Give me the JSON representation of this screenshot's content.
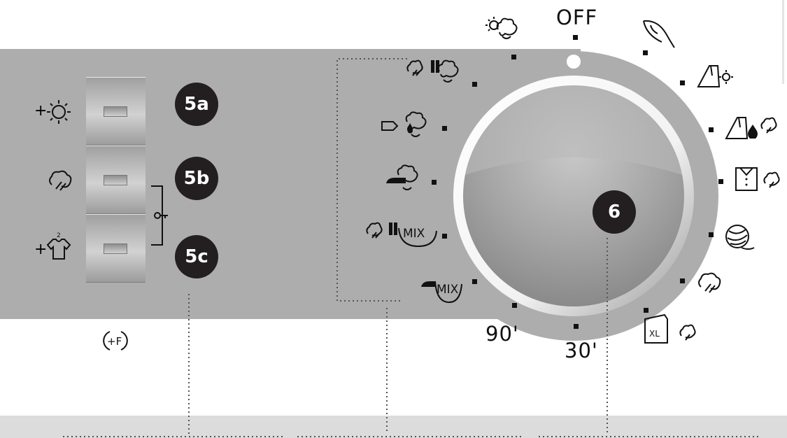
{
  "buttons": [
    {
      "badge": "5a",
      "option": "+",
      "icon": "sun-icon"
    },
    {
      "badge": "5b",
      "option": "",
      "icon": "steam-icon"
    },
    {
      "badge": "5c",
      "option": "+",
      "icon": "shirt-icon"
    }
  ],
  "lock_icon": "key-lock-icon",
  "fabric_softener_icon": "plus-f-icon",
  "dial": {
    "badge": "6",
    "labels": {
      "off": "OFF",
      "t90": "90'",
      "t30": "30'"
    },
    "left_programs": [
      {
        "name": "steam-cabinet-cotton-icon"
      },
      {
        "name": "tag-drop-cotton-icon"
      },
      {
        "name": "iron-cotton-icon"
      },
      {
        "name": "steam-cabinet-mix-label",
        "text": "MIX"
      },
      {
        "name": "iron-mix-label",
        "text": "MIX"
      }
    ],
    "right_programs": [
      {
        "name": "feather-icon"
      },
      {
        "name": "synthetic-sun-icon"
      },
      {
        "name": "synthetic-drop-steam-icon"
      },
      {
        "name": "shirt-steam-icon"
      },
      {
        "name": "wool-icon"
      },
      {
        "name": "steam-icon"
      },
      {
        "name": "xl-steam-label",
        "text": "XL"
      }
    ],
    "top_program": "cotton-sun-icon"
  },
  "colors": {
    "panel": "#adadad",
    "badge": "#231f20",
    "band": "#dcdcdc"
  }
}
